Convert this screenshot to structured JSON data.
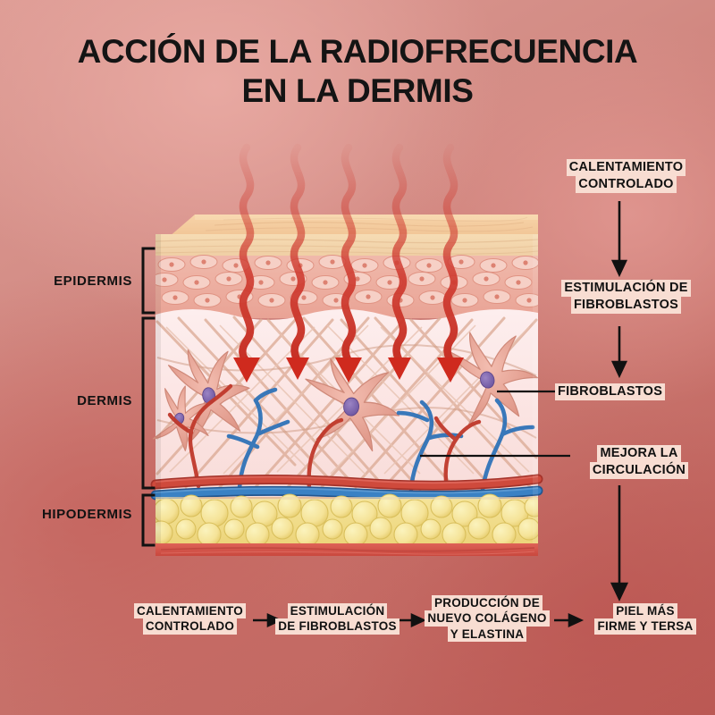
{
  "title": {
    "line1": "ACCIÓN DE LA RADIOFRECUENCIA",
    "line2": "EN LA DERMIS"
  },
  "layers": [
    {
      "name": "EPIDERMIS"
    },
    {
      "name": "DERMIS"
    },
    {
      "name": "HIPODERMIS"
    }
  ],
  "right_flow": [
    {
      "lines": [
        "CALENTAMIENTO",
        "CONTROLADO"
      ]
    },
    {
      "lines": [
        "ESTIMULACIÓN DE",
        "FIBROBLASTOS"
      ]
    },
    {
      "lines": [
        "FIBROBLASTOS"
      ]
    },
    {
      "lines": [
        "MEJORA LA",
        "CIRCULACIÓN"
      ]
    }
  ],
  "bottom_flow": [
    {
      "lines": [
        "CALENTAMIENTO",
        "CONTROLADO"
      ]
    },
    {
      "lines": [
        "ESTIMULACIÓN",
        "DE FIBROBLASTOS"
      ]
    },
    {
      "lines": [
        "PRODUCCIÓN DE",
        "NUEVO COLÁGENO",
        "Y ELASTINA"
      ]
    },
    {
      "lines": [
        "PIEL MÁS",
        "FIRME Y TERSA"
      ]
    }
  ],
  "colors": {
    "background_top": "#dd9b94",
    "background_bottom": "#bb5b56",
    "title_text": "#141414",
    "label_highlight": "#f8ddd2",
    "label_text": "#111111",
    "rf_wave": "#cf3b30",
    "arrow": "#111111",
    "epidermis_surface": "#f2c79a",
    "epidermis_cells": "#eaa79a",
    "dermis": "#fae2e0",
    "collagen_fiber": "#d9a38f",
    "fibroblast_body": "#e8a79a",
    "fibroblast_nucleus": "#7c5fa8",
    "artery": "#c0392b",
    "vein": "#2f73b8",
    "fat": "#f3e08a",
    "muscle": "#d4564c"
  },
  "diagram": {
    "rf_wave_count": 5,
    "rf_arrow_count": 5,
    "fibroblast_count": 4,
    "bracket_count": 3
  }
}
